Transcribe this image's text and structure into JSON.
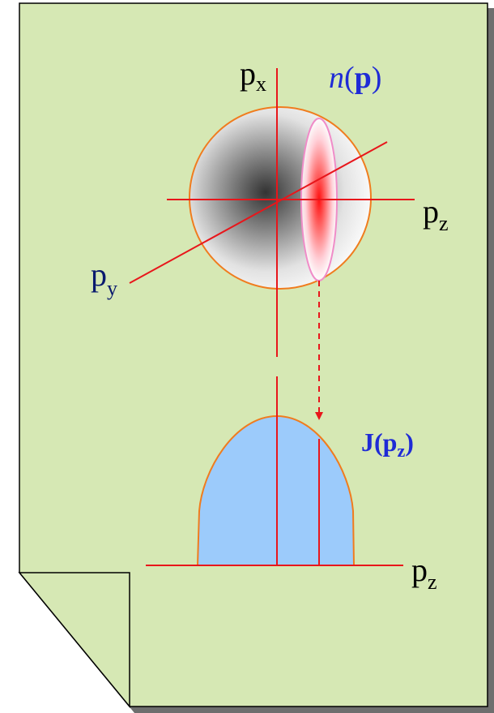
{
  "labels": {
    "px_main": "p",
    "px_sub": "x",
    "pz_main": "p",
    "pz_sub": "z",
    "py_main": "p",
    "py_sub": "y",
    "n_italic": "n",
    "n_open": "(",
    "n_bold": "p",
    "n_close": ")",
    "j_main": "J(",
    "j_bold_p": "p",
    "j_bold_sub": "z",
    "j_close": ")",
    "pz2_main": "p",
    "pz2_sub": "z"
  },
  "colors": {
    "paper": "#d6e8b4",
    "axis": "#e8161b",
    "sphere_outline": "#f07c1e",
    "profile_fill": "#9ccbfb",
    "slice_outline": "#f08cc8",
    "label_dark": "#000000",
    "label_navy": "#0a1a6e",
    "label_blue": "#1f2bd6"
  }
}
